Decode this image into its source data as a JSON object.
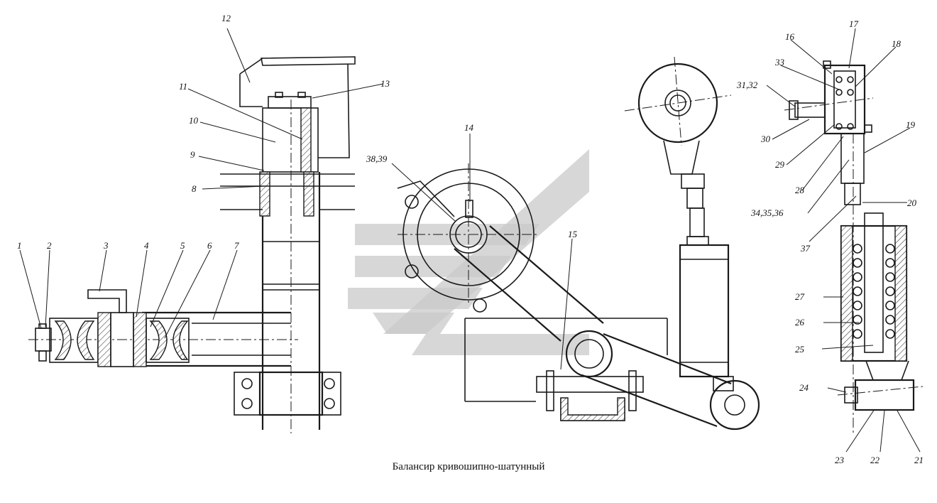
{
  "caption": "Балансир кривошипно-шатунный",
  "callouts": [
    "1",
    "2",
    "3",
    "4",
    "5",
    "6",
    "7",
    "8",
    "9",
    "10",
    "11",
    "12",
    "13",
    "14",
    "15",
    "16",
    "17",
    "18",
    "19",
    "20",
    "21",
    "22",
    "23",
    "24",
    "25",
    "26",
    "27",
    "28",
    "29",
    "30",
    "31,32",
    "33",
    "34,35,36",
    "37",
    "38,39"
  ]
}
